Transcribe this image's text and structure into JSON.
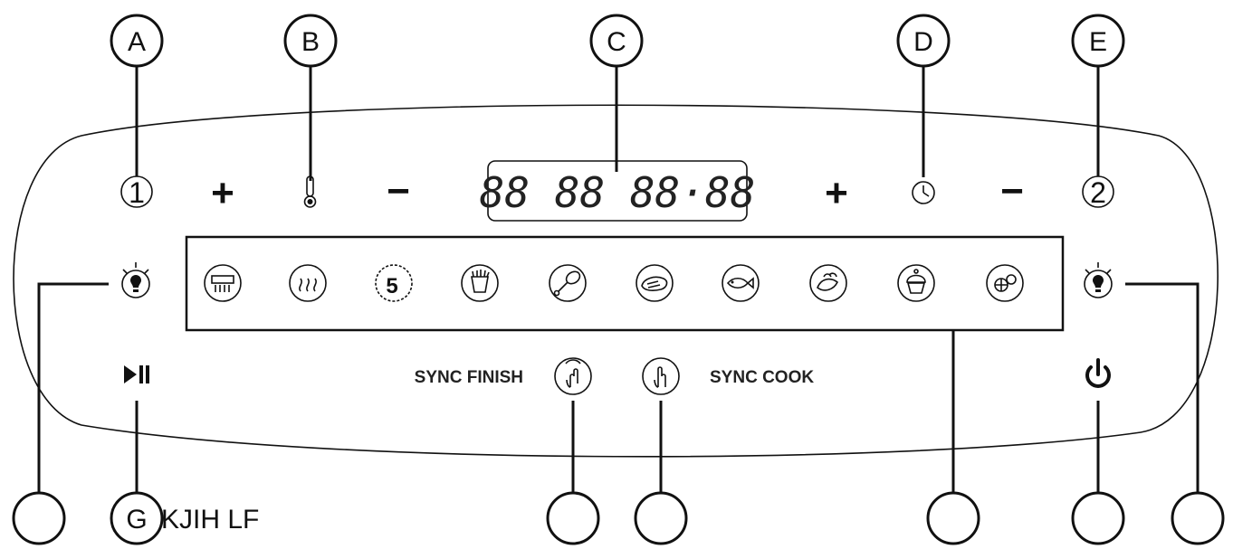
{
  "callouts_top": [
    "A",
    "B",
    "C",
    "D",
    "E"
  ],
  "callouts_bottom": [
    "",
    "G",
    "",
    "",
    "",
    "",
    ""
  ],
  "stray_text": "KJIH LF",
  "panel": {
    "left_number": "1",
    "right_number": "2",
    "plus_sign": "+",
    "minus_sign": "−",
    "display_text": "88 88 88·88",
    "timer_icon": "clock-icon",
    "temp_icon": "thermometer-icon",
    "sync_finish_label": "SYNC FINISH",
    "sync_cook_label": "SYNC COOK",
    "play_pause_icon": "play-pause-icon",
    "power_icon": "power-icon",
    "light_icon_1": "bulb-1-icon",
    "light_icon_2": "bulb-2-icon",
    "program_icons": [
      "grill-icon",
      "steam-air-icon",
      "5-minute-timer-icon",
      "fries-icon",
      "drumstick-icon",
      "steak-icon",
      "fish-icon",
      "vegetables-icon",
      "cupcake-icon",
      "dehydrate-icon"
    ],
    "program_number": "5"
  }
}
